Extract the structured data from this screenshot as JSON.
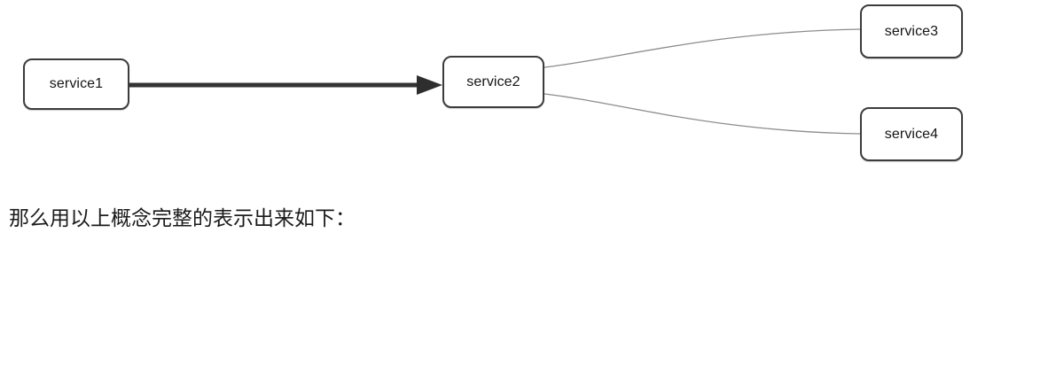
{
  "background_color": "#ffffff",
  "diagram": {
    "type": "service-dependency-graph",
    "node_fill": "#ffffff",
    "node_border_color": "#3c3c3c",
    "node_text_color": "#151515",
    "thick_edge_color": "#333333",
    "thin_edge_color": "#8c8c8c",
    "nodes": [
      {
        "id": "service1",
        "label": "service1"
      },
      {
        "id": "service2",
        "label": "service2"
      },
      {
        "id": "service3",
        "label": "service3"
      },
      {
        "id": "service4",
        "label": "service4"
      }
    ],
    "edges": [
      {
        "from": "service1",
        "to": "service2",
        "style": "thick-arrow",
        "arrowhead": true
      },
      {
        "from": "service2",
        "to": "service3",
        "style": "thin-curve",
        "arrowhead": false
      },
      {
        "from": "service2",
        "to": "service4",
        "style": "thin-curve",
        "arrowhead": false
      }
    ]
  },
  "caption": {
    "text": "那么用以上概念完整的表示出来如下："
  }
}
